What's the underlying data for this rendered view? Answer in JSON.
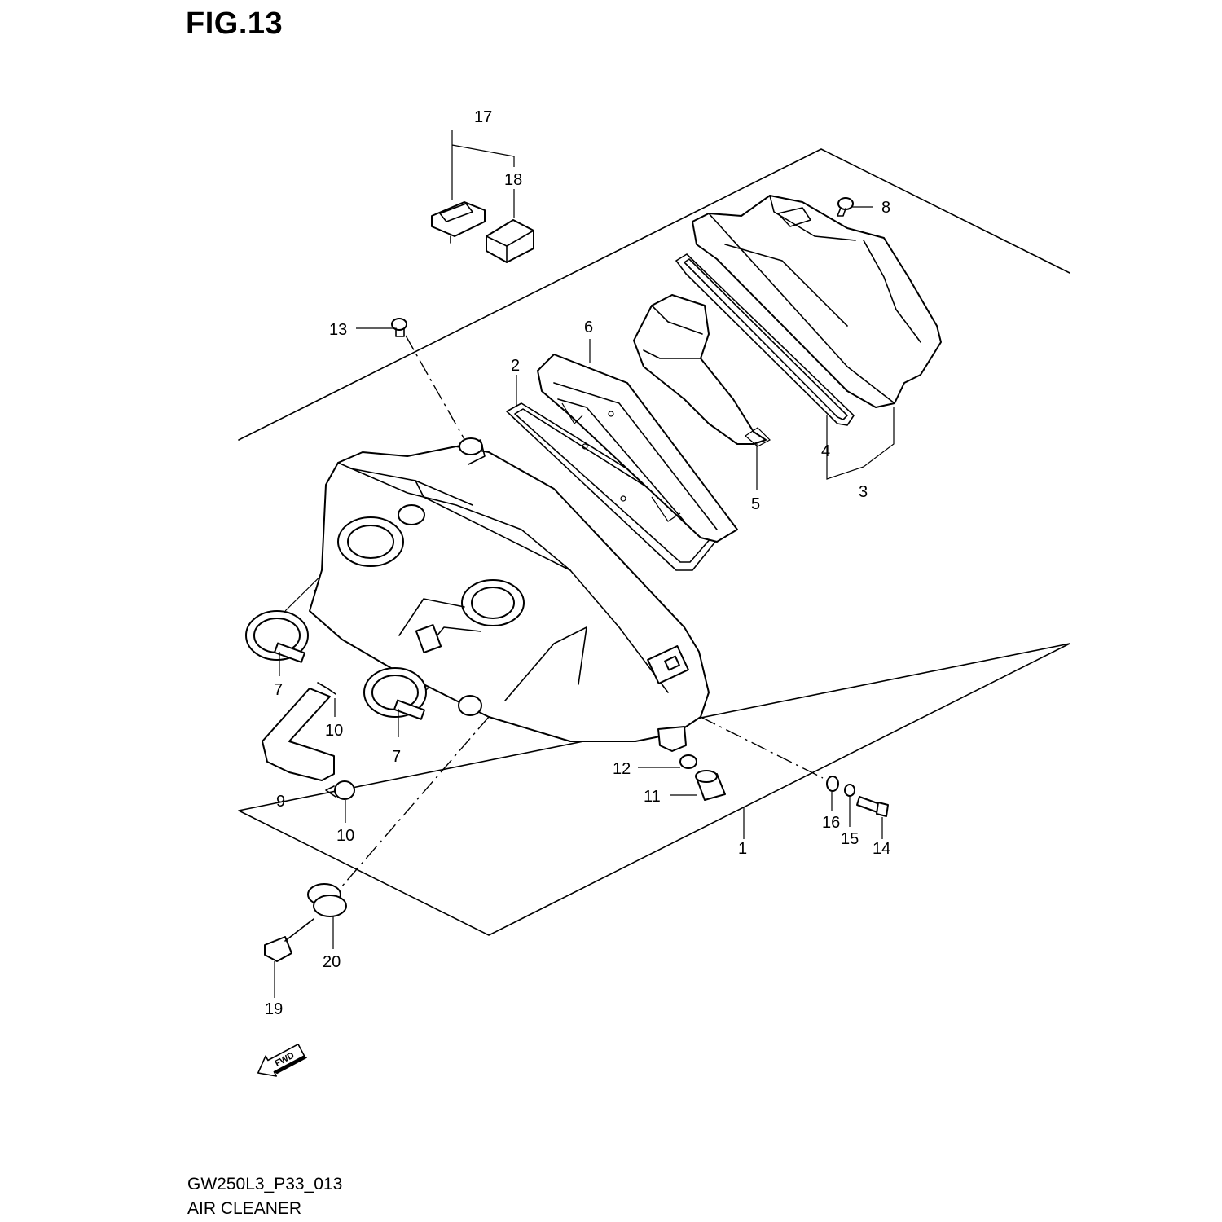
{
  "figure": {
    "title": "FIG.13",
    "drawing_code": "GW250L3_P33_013",
    "drawing_name": "AIR CLEANER",
    "direction_label": "FWD"
  },
  "callouts": [
    {
      "id": "c1",
      "label": "1"
    },
    {
      "id": "c2",
      "label": "2"
    },
    {
      "id": "c3",
      "label": "3"
    },
    {
      "id": "c4",
      "label": "4"
    },
    {
      "id": "c5",
      "label": "5"
    },
    {
      "id": "c6",
      "label": "6"
    },
    {
      "id": "c7a",
      "label": "7"
    },
    {
      "id": "c7b",
      "label": "7"
    },
    {
      "id": "c8",
      "label": "8"
    },
    {
      "id": "c9",
      "label": "9"
    },
    {
      "id": "c10a",
      "label": "10"
    },
    {
      "id": "c10b",
      "label": "10"
    },
    {
      "id": "c11",
      "label": "11"
    },
    {
      "id": "c12",
      "label": "12"
    },
    {
      "id": "c13",
      "label": "13"
    },
    {
      "id": "c14",
      "label": "14"
    },
    {
      "id": "c15",
      "label": "15"
    },
    {
      "id": "c16",
      "label": "16"
    },
    {
      "id": "c17",
      "label": "17"
    },
    {
      "id": "c18",
      "label": "18"
    },
    {
      "id": "c19",
      "label": "19"
    },
    {
      "id": "c20",
      "label": "20"
    }
  ]
}
